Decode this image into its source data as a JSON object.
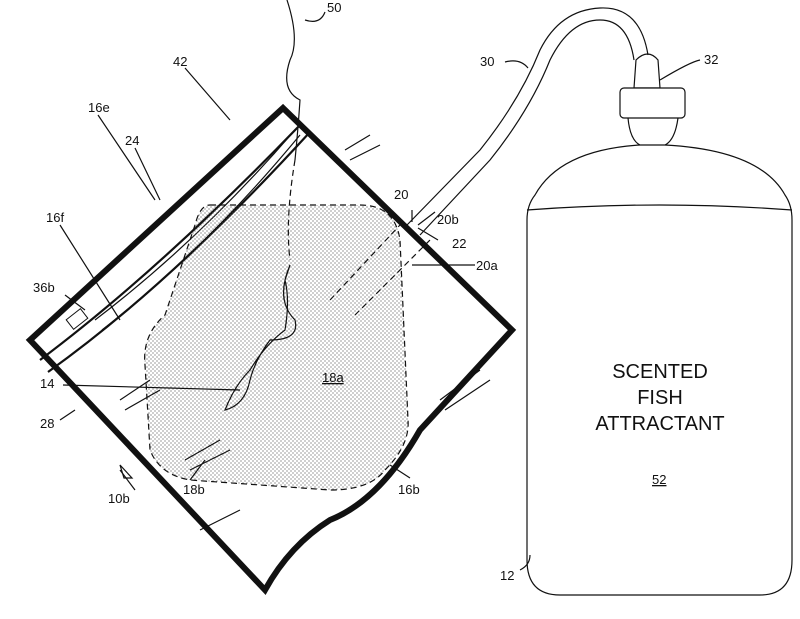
{
  "figure": {
    "bottle_text": [
      "SCENTED",
      "FISH",
      "ATTRACTANT"
    ],
    "labels": {
      "l50": "50",
      "l42": "42",
      "l24": "24",
      "l16e": "16e",
      "l16f": "16f",
      "l36b": "36b",
      "l14": "14",
      "l28": "28",
      "l10b": "10b",
      "l18b": "18b",
      "l18a": "18a",
      "l16b": "16b",
      "l20": "20",
      "l20b": "20b",
      "l22": "22",
      "l20a": "20a",
      "l30": "30",
      "l32": "32",
      "l12": "12",
      "l52": "52"
    }
  }
}
